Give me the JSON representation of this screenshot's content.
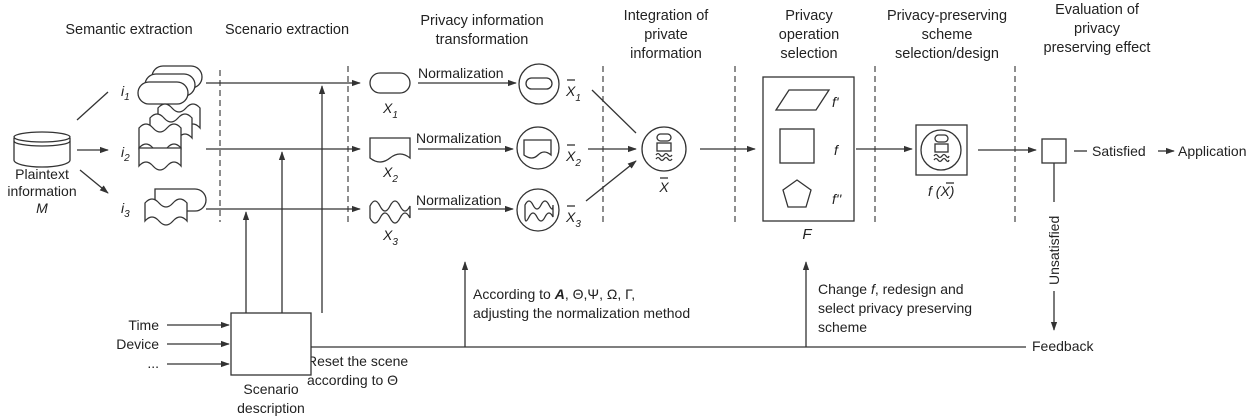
{
  "stages": [
    {
      "id": "semantic",
      "label": "Semantic extraction"
    },
    {
      "id": "scenario",
      "label": "Scenario extraction"
    },
    {
      "id": "transform",
      "line1": "Privacy information",
      "line2": "transformation"
    },
    {
      "id": "integration",
      "line1": "Integration of",
      "line2": "private",
      "line3": "information"
    },
    {
      "id": "operation",
      "line1": "Privacy",
      "line2": "operation",
      "line3": "selection"
    },
    {
      "id": "scheme",
      "line1": "Privacy-preserving",
      "line2": "scheme",
      "line3": "selection/design"
    },
    {
      "id": "evaluation",
      "line1": "Evaluation of",
      "line2": "privacy",
      "line3": "preserving effect"
    }
  ],
  "source": {
    "line1": "Plaintext",
    "line2": "information",
    "symbol": "M"
  },
  "extracted": [
    {
      "base": "i",
      "sub": "1"
    },
    {
      "base": "i",
      "sub": "2"
    },
    {
      "base": "i",
      "sub": "3"
    }
  ],
  "raw": [
    {
      "base": "X",
      "sub": "1"
    },
    {
      "base": "X",
      "sub": "2"
    },
    {
      "base": "X",
      "sub": "3"
    }
  ],
  "normalization_label": "Normalization",
  "normalized": [
    {
      "base": "X",
      "sub": "1"
    },
    {
      "base": "X",
      "sub": "2"
    },
    {
      "base": "X",
      "sub": "3"
    }
  ],
  "integrated": {
    "base": "X"
  },
  "operations": {
    "set_label": "F",
    "items": [
      {
        "shape": "parallelogram",
        "label": "f'"
      },
      {
        "shape": "square",
        "label": "f"
      },
      {
        "shape": "pentagon",
        "label": "f''"
      }
    ]
  },
  "scheme": {
    "fn": "f (",
    "arg": "X",
    "close": ")"
  },
  "evaluation": {
    "satisfied": "Satisfied",
    "application": "Application",
    "unsatisfied": "Unsatisfied",
    "feedback": "Feedback"
  },
  "scenario_box": {
    "line1": "Scenario",
    "line2": "description",
    "inputs": [
      "Time",
      "Device",
      "..."
    ]
  },
  "feedback_notes": {
    "normalization": {
      "pre": "According to ",
      "bold": "A",
      "post": ", Θ,Ψ, Ω, Γ,",
      "line2": "adjusting the normalization method"
    },
    "reset": {
      "line1": "Reset the scene",
      "line2": "according to Θ"
    },
    "redesign": {
      "pre": "Change ",
      "it": "f",
      "post": ", redesign and",
      "line2": "select privacy preserving",
      "line3": "scheme"
    }
  }
}
